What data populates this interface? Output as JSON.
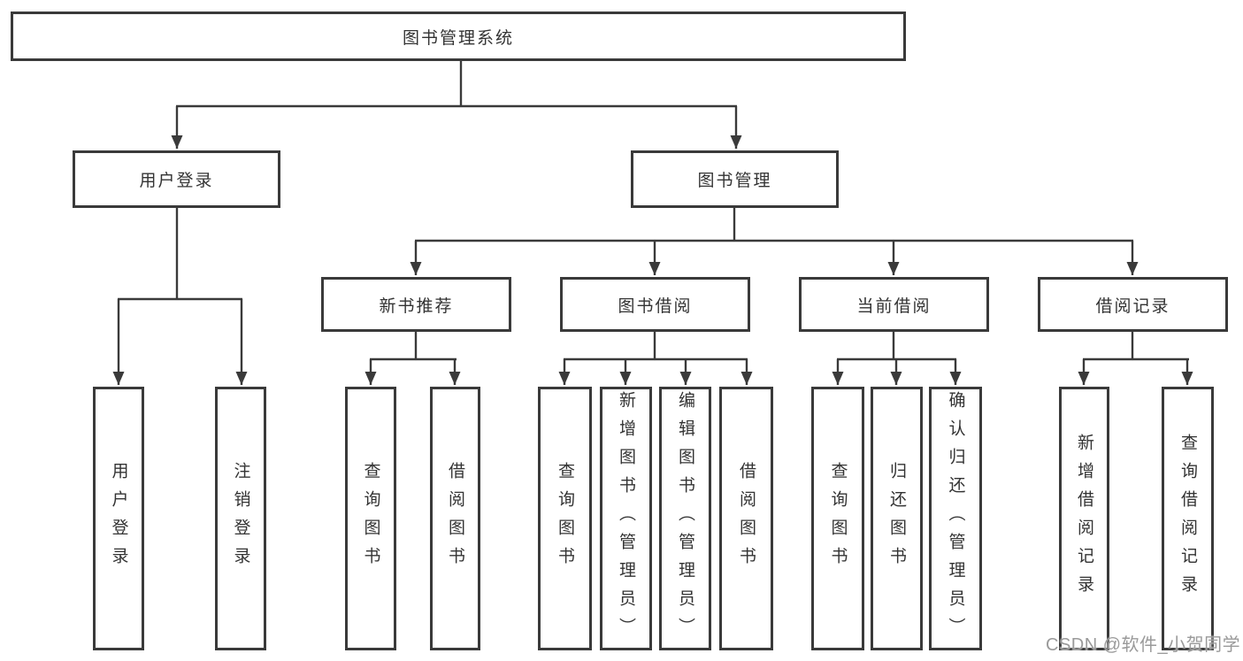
{
  "tree": {
    "root": {
      "label": "图书管理系统",
      "children": [
        {
          "label": "用户登录",
          "children": [
            {
              "label": "用户登录"
            },
            {
              "label": "注销登录"
            }
          ]
        },
        {
          "label": "图书管理",
          "children": [
            {
              "label": "新书推荐",
              "children": [
                {
                  "label": "查询图书"
                },
                {
                  "label": "借阅图书"
                }
              ]
            },
            {
              "label": "图书借阅",
              "children": [
                {
                  "label": "查询图书"
                },
                {
                  "label": "新增图书（管理员）"
                },
                {
                  "label": "编辑图书（管理员）"
                },
                {
                  "label": "借阅图书"
                }
              ]
            },
            {
              "label": "当前借阅",
              "children": [
                {
                  "label": "查询图书"
                },
                {
                  "label": "归还图书"
                },
                {
                  "label": "确认归还（管理员）"
                }
              ]
            },
            {
              "label": "借阅记录",
              "children": [
                {
                  "label": "新增借阅记录"
                },
                {
                  "label": "查询借阅记录"
                }
              ]
            }
          ]
        }
      ]
    }
  },
  "watermark": {
    "text": "CSDN @软件_小贺同学"
  },
  "colors": {
    "line": "#3a3a3a",
    "border": "#3a3a3a",
    "text": "#333333",
    "background": "#ffffff",
    "watermark": "#9a9a9a"
  }
}
